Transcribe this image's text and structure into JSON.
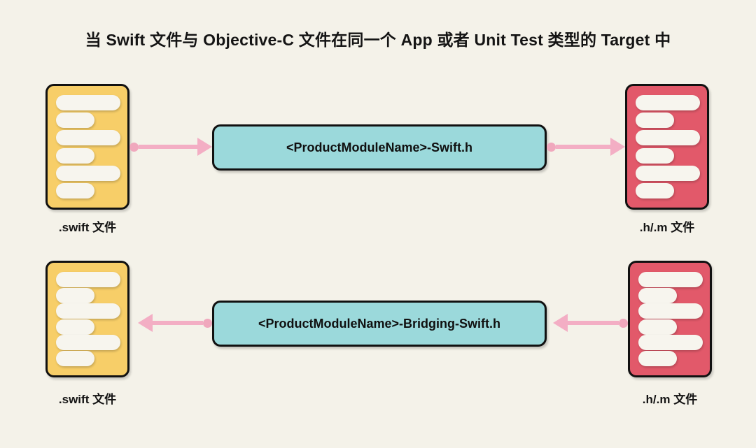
{
  "page": {
    "background_color": "#f4f2e9",
    "title": "当 Swift 文件与 Objective-C 文件在同一个 App 或者 Unit Test 类型的 Target 中"
  },
  "colors": {
    "swift_card": "#f7ce68",
    "objc_card": "#e2596a",
    "header_box": "#9bd9db",
    "arrow": "#f3aec4",
    "arrow_dot": "#f0a8bd",
    "card_line": "#f7f5ee",
    "outline": "#111111",
    "text": "#141414"
  },
  "rows": [
    {
      "id": "swift-to-objc",
      "left_card": {
        "kind": "swift-file-card",
        "color": "#f7ce68",
        "caption": ".swift 文件",
        "lines": [
          "long",
          "short",
          "long",
          "short",
          "long",
          "short"
        ]
      },
      "left_arrow": {
        "direction": "right",
        "dot_at": "start",
        "from": "swift-file-card",
        "to": "header-box"
      },
      "header_box": {
        "label": "<ProductModuleName>-Swift.h",
        "color": "#9bd9db"
      },
      "right_arrow": {
        "direction": "right",
        "dot_at": "start",
        "from": "header-box",
        "to": "objc-file-card"
      },
      "right_card": {
        "kind": "objc-file-card",
        "color": "#e2596a",
        "caption": ".h/.m 文件",
        "lines": [
          "long",
          "short",
          "long",
          "short",
          "long",
          "short"
        ]
      }
    },
    {
      "id": "objc-to-swift",
      "left_card": {
        "kind": "swift-file-card",
        "color": "#f7ce68",
        "caption": ".swift 文件",
        "lines": [
          "long",
          "short",
          "long",
          "short",
          "long",
          "short"
        ]
      },
      "left_arrow": {
        "direction": "left",
        "dot_at": "end",
        "from": "header-box",
        "to": "swift-file-card"
      },
      "header_box": {
        "label": "<ProductModuleName>-Bridging-Swift.h",
        "color": "#9bd9db"
      },
      "right_arrow": {
        "direction": "left",
        "dot_at": "end",
        "from": "objc-file-card",
        "to": "header-box"
      },
      "right_card": {
        "kind": "objc-file-card",
        "color": "#e2596a",
        "caption": ".h/.m 文件",
        "lines": [
          "long",
          "short",
          "long",
          "short",
          "long",
          "short"
        ]
      }
    }
  ]
}
